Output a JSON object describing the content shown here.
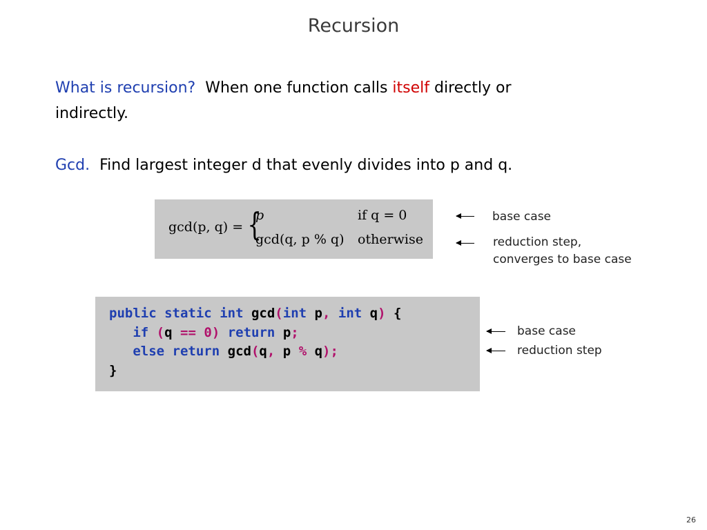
{
  "title": "Recursion",
  "paragraph1": {
    "label": "What is recursion?",
    "text_before": "When one function calls ",
    "highlight": "itself",
    "text_after": " directly or",
    "line2": "indirectly."
  },
  "paragraph2": {
    "label": "Gcd.",
    "text": "Find largest integer d that evenly divides into p and q."
  },
  "formula": {
    "lhs": "gcd(p, q) =",
    "case1_expr": "p",
    "case1_cond": "if  q = 0",
    "case2_expr": "gcd(q,  p % q)",
    "case2_cond": "otherwise"
  },
  "formula_notes": {
    "base": "base case",
    "reduction_line1": "reduction step,",
    "reduction_line2": "converges to base case"
  },
  "code": {
    "line1": {
      "kw1": "public",
      "kw2": "static",
      "kw3": "int",
      "name": "gcd",
      "lparen": "(",
      "kw4": "int",
      "p1": "p",
      "comma": ",",
      "kw5": "int",
      "q1": "q",
      "rparen": ")",
      "brace": "{"
    },
    "line2": {
      "kw_if": "if",
      "lparen": "(",
      "var": "q",
      "op": "==",
      "num": "0",
      "rparen": ")",
      "kw_return": "return",
      "var2": "p",
      "semi": ";"
    },
    "line3": {
      "kw_else": "else",
      "kw_return": "return",
      "name": "gcd",
      "lparen": "(",
      "v1": "q",
      "comma": ",",
      "v2": "p",
      "op": "%",
      "v3": "q",
      "rparen": ")",
      "semi": ";"
    },
    "line4": {
      "brace": "}"
    }
  },
  "code_notes": {
    "base": "base case",
    "reduction": "reduction step"
  },
  "page_number": "26",
  "colors": {
    "accent_blue": "#1f3fb0",
    "highlight_red": "#d00000",
    "operator_magenta": "#b0106a",
    "box_gray": "#c8c8c8"
  }
}
